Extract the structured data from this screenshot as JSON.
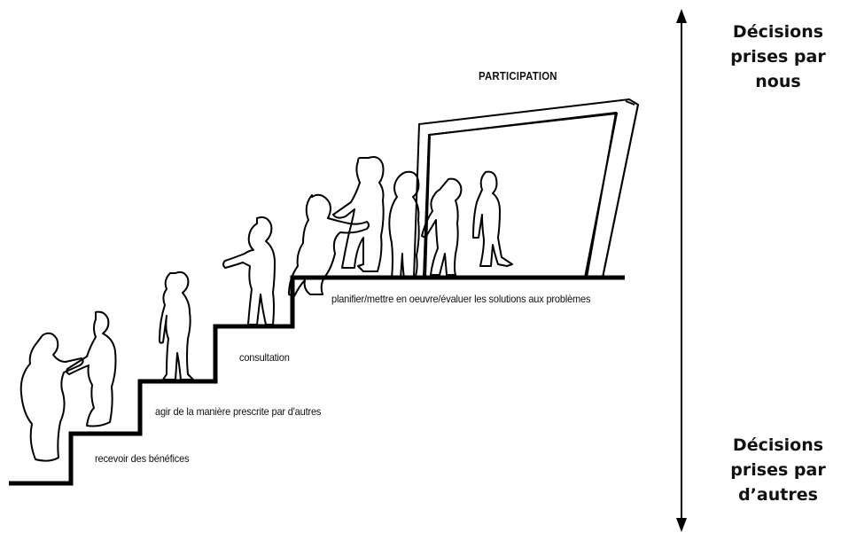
{
  "title": "PARTICIPATION",
  "steps": [
    {
      "label": "recevoir des bénéfices"
    },
    {
      "label": "agir de la manière prescrite par d'autres"
    },
    {
      "label": "consultation"
    },
    {
      "label": "planifier/mettre en oeuvre/évaluer les solutions aux problèmes"
    }
  ],
  "scale": {
    "top": [
      "Décisions",
      "prises par",
      "nous"
    ],
    "bottom": [
      "Décisions",
      "prises par",
      "d’autres"
    ]
  },
  "icons": {
    "arrow": "double-headed-vertical-arrow",
    "figures": "person-silhouettes",
    "frame": "picture-frame"
  }
}
